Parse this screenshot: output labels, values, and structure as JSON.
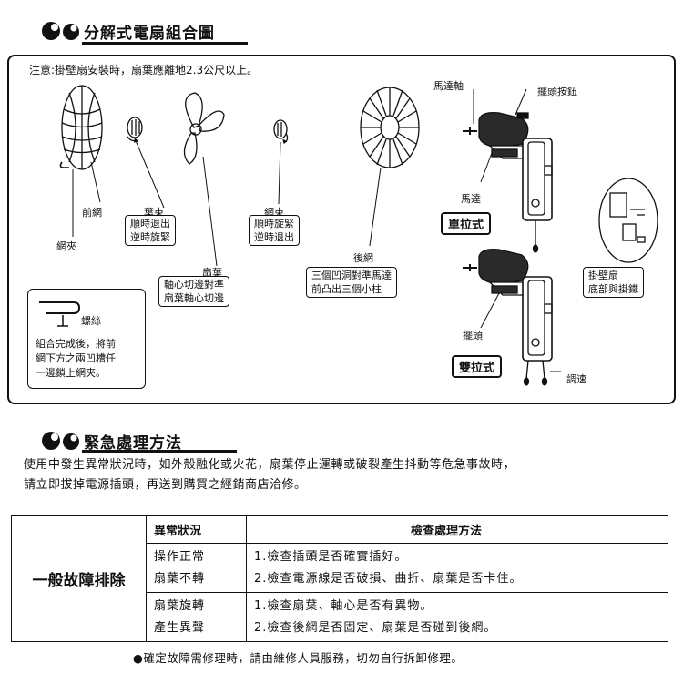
{
  "section1": {
    "title": "分解式電扇組合圖"
  },
  "diagram": {
    "note": "注意:掛壁扇安裝時，扇葉應離地2.3公尺以上。",
    "labels": {
      "front_guard": "前網",
      "guard_clip": "網夾",
      "blade_cap": "葉束",
      "guard_nut": "網束",
      "blade": "扇葉",
      "rear_guard": "後網",
      "motor_shaft": "馬達軸",
      "swing_knob": "擺頭按鈕",
      "motor": "馬達",
      "swing": "擺頭",
      "speed": "調速",
      "screw": "螺絲"
    },
    "boxes": {
      "blade_cap_note": [
        "順時退出",
        "逆時旋緊"
      ],
      "guard_nut_note": [
        "順時旋緊",
        "逆時退出"
      ],
      "blade_note": [
        "軸心切邊對準",
        "扇葉軸心切邊"
      ],
      "rear_guard_note": [
        "三個凹洞對準馬達",
        "前凸出三個小柱"
      ],
      "clip_note": [
        "組合完成後，將前",
        "網下方之兩凹槽任",
        "一邊鎖上網夾。"
      ],
      "wall_note": [
        "掛壁扇",
        "底部與掛鐵"
      ]
    },
    "single_pull": "單拉式",
    "double_pull": "雙拉式"
  },
  "section2": {
    "title": "緊急處理方法",
    "text_lines": [
      "使用中發生異常狀況時，如外殼融化或火花，扇葉停止運轉或破裂產生抖動等危急事故時，",
      "請立即拔掉電源插頭，再送到購買之經銷商店洽修。"
    ]
  },
  "table": {
    "row_header": "一般故障排除",
    "col_headers": [
      "異常狀況",
      "檢查處理方法"
    ],
    "rows": [
      {
        "condition": [
          "操作正常",
          "扇葉不轉"
        ],
        "methods": [
          "1.檢查插頭是否確實插好。",
          "2.檢查電源線是否破損、曲折、扇葉是否卡住。"
        ]
      },
      {
        "condition": [
          "扇葉旋轉",
          "產生異聲"
        ],
        "methods": [
          "1.檢查扇葉、軸心是否有異物。",
          "2.檢查後網是否固定、扇葉是否碰到後網。"
        ]
      }
    ]
  },
  "footnote": "●確定故障需修理時，請由維修人員服務，切勿自行拆卸修理。"
}
